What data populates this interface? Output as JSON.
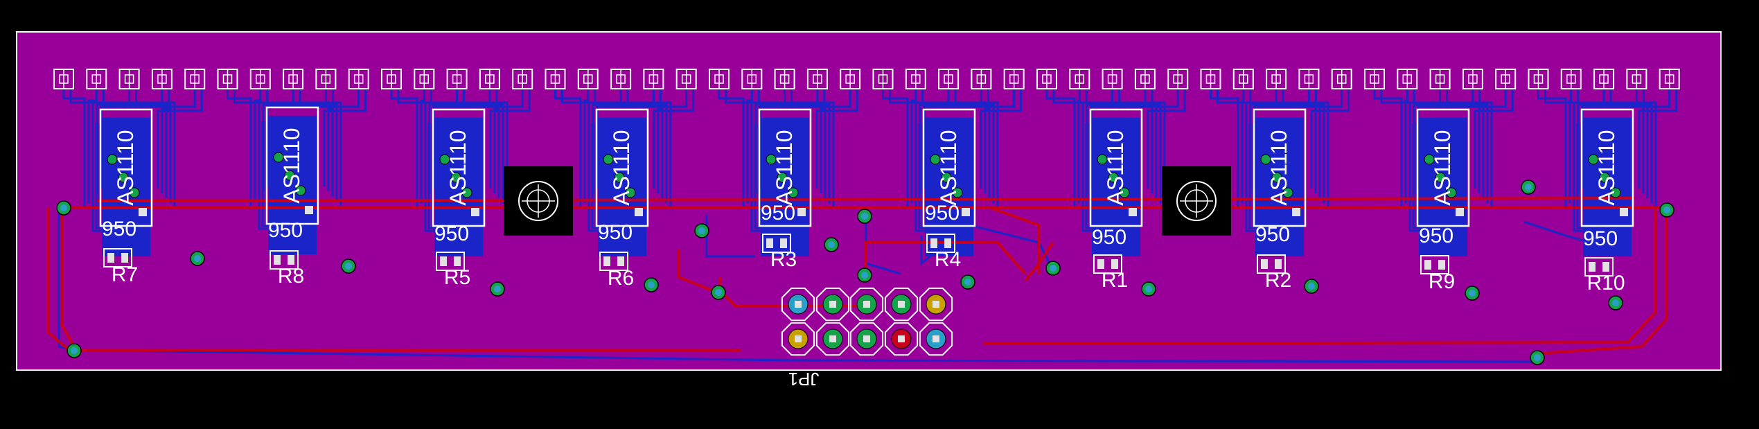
{
  "board": {
    "colors": {
      "background": "#000000",
      "board_fill": "#990099",
      "outline": "#ffffff",
      "top_copper": "#c8001e",
      "bottom_copper": "#1a24c8",
      "silkscreen": "#ffffff",
      "via_ring": "#16a44a",
      "via_hole": "#2aa0c8",
      "pad": "#e2e2e2"
    },
    "connector_pad_count": 50
  },
  "chips": [
    {
      "label": "AS1110",
      "resistor_value": "950",
      "resistor_ref": "R7"
    },
    {
      "label": "AS1110",
      "resistor_value": "950",
      "resistor_ref": "R8"
    },
    {
      "label": "AS1110",
      "resistor_value": "950",
      "resistor_ref": "R5"
    },
    {
      "label": "AS1110",
      "resistor_value": "950",
      "resistor_ref": "R6"
    },
    {
      "label": "AS1110",
      "resistor_value": "950",
      "resistor_ref": "R3"
    },
    {
      "label": "AS1110",
      "resistor_value": "950",
      "resistor_ref": "R4"
    },
    {
      "label": "AS1110",
      "resistor_value": "950",
      "resistor_ref": "R1"
    },
    {
      "label": "AS1110",
      "resistor_value": "950",
      "resistor_ref": "R2"
    },
    {
      "label": "AS1110",
      "resistor_value": "950",
      "resistor_ref": "R9"
    },
    {
      "label": "AS1110",
      "resistor_value": "950",
      "resistor_ref": "R10"
    }
  ],
  "header": {
    "ref": "JP1",
    "pins": 10
  }
}
